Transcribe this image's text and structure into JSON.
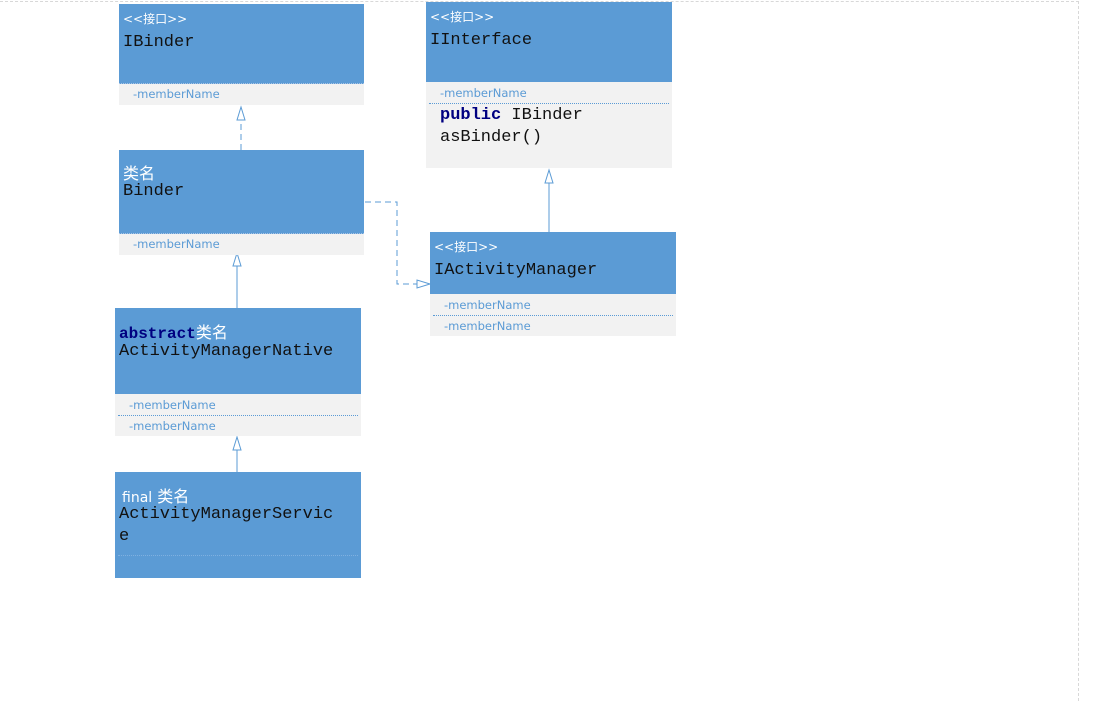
{
  "diagram": {
    "classes": {
      "ibinder": {
        "stereotype": "<<接口>>",
        "name": "IBinder",
        "members": [
          "-memberName"
        ]
      },
      "iinterface": {
        "stereotype": "<<接口>>",
        "name": "IInterface",
        "members": [
          "-memberName"
        ],
        "method_keyword": "public",
        "method_rest_line1": " IBinder",
        "method_line2": "asBinder()"
      },
      "binder": {
        "kind_label": "类名",
        "name": "Binder",
        "members": [
          "-memberName"
        ]
      },
      "iactivitymanager": {
        "stereotype": "<<接口>>",
        "name": "IActivityManager",
        "members": [
          "-memberName",
          "-memberName"
        ]
      },
      "activitymanagernative": {
        "modifier": "abstract",
        "kind_label": "类名",
        "name": "ActivityManagerNative",
        "members": [
          "-memberName",
          "-memberName"
        ]
      },
      "activitymanagerservice": {
        "modifier": "final",
        "kind_label": "类名",
        "name_line1": "ActivityManagerServic",
        "name_line2": "e"
      }
    },
    "relations": [
      {
        "from": "Binder",
        "to": "IBinder",
        "type": "realization"
      },
      {
        "from": "Binder",
        "to": "IActivityManager",
        "type": "realization"
      },
      {
        "from": "IActivityManager",
        "to": "IInterface",
        "type": "generalization"
      },
      {
        "from": "ActivityManagerNative",
        "to": "Binder",
        "type": "generalization"
      },
      {
        "from": "ActivityManagerService",
        "to": "ActivityManagerNative",
        "type": "generalization"
      }
    ],
    "colors": {
      "header_fill": "#5b9bd5",
      "body_fill": "#f2f2f2",
      "member_text": "#5b9bd5",
      "keyword": "#000080",
      "connector": "#5b9bd5"
    }
  }
}
